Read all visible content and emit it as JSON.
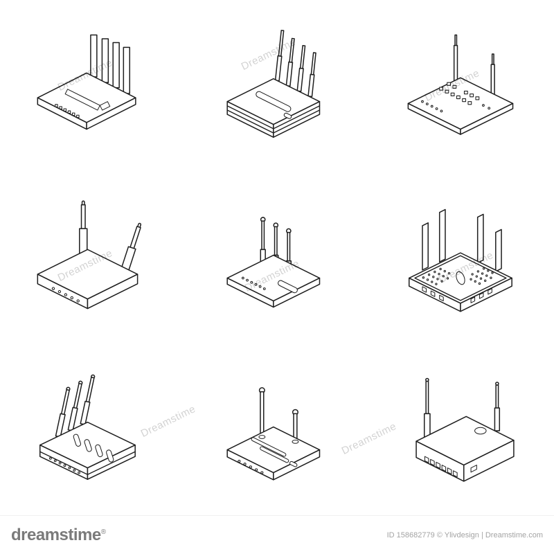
{
  "page": {
    "background": "#ffffff",
    "outline_color": "#1f1f1f"
  },
  "watermark": {
    "text": "Dreamstime"
  },
  "footer": {
    "brand": "dreamstime",
    "registered": "®",
    "credit": "ID 158682779 © Ylivdesign | Dreamstime.com"
  },
  "icons": {
    "items": [
      {
        "name": "router-four-flat-antennas",
        "description": "Isometric router with four flat panel antennas, L slot and LED squares"
      },
      {
        "name": "router-stacked-four-antennas",
        "description": "Isometric layered router with four slim rod antennas and pill slot"
      },
      {
        "name": "modem-board-two-antennas",
        "description": "Isometric circuit board modem with chips, dots and two thin antennas"
      },
      {
        "name": "router-two-telescopic-antennas",
        "description": "Isometric router with two telescopic antennas and front LEDs"
      },
      {
        "name": "router-three-rod-antennas",
        "description": "Isometric router with three round-tip antennas, dots and oval slot"
      },
      {
        "name": "router-four-blade-antennas",
        "description": "Isometric perforated router with four blade antennas"
      },
      {
        "name": "router-three-tilted-antennas",
        "description": "Isometric router with three tilted telescopic antennas and oval vents"
      },
      {
        "name": "router-two-round-antennas",
        "description": "Isometric router with two round-cap antennas and long slots"
      },
      {
        "name": "router-box-two-antennas",
        "description": "Isometric router box with port row, top hole and two telescopic antennas"
      }
    ]
  }
}
